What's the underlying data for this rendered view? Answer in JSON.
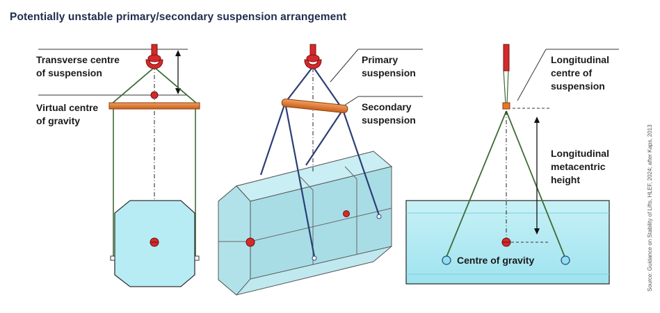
{
  "title": "Potentially unstable primary/secondary suspension arrangement",
  "labels": {
    "transverse_centre": [
      "Transverse centre",
      "of suspension"
    ],
    "virtual_cog": [
      "Virtual centre",
      "of gravity"
    ],
    "primary_suspension": [
      "Primary",
      "suspension"
    ],
    "secondary_suspension": [
      "Secondary",
      "suspension"
    ],
    "longitudinal_centre": [
      "Longitudinal",
      "centre of",
      "suspension"
    ],
    "longitudinal_metacentric": [
      "Longitudinal",
      "metacentric",
      "height"
    ],
    "centre_of_gravity": "Centre of gravity"
  },
  "source": "Source: Guidance on Stability of Lifts, HLEF, 2024; after Kaps, 2013",
  "colors": {
    "title": "#1f2d4d",
    "hook": "#d42a2a",
    "spreader": "#e07a2a",
    "sling_green": "#3f6a35",
    "sling_blue": "#2b3f73",
    "load_fill": "#b8ecf4",
    "load_stroke": "#333333",
    "cog": "#d42a2a",
    "marker_blue": "#8ee0f0"
  }
}
